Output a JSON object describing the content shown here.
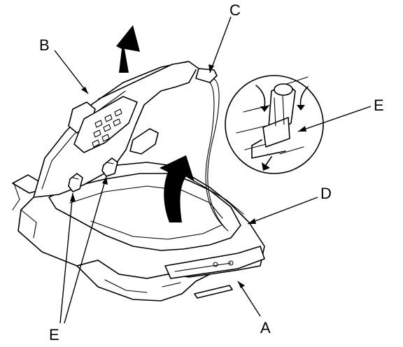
{
  "callouts": {
    "A": "A",
    "B": "B",
    "C": "C",
    "D": "D",
    "E_detail": "E",
    "E_bottom": "E"
  },
  "colors": {
    "ink": "#000000",
    "paper": "#ffffff"
  }
}
